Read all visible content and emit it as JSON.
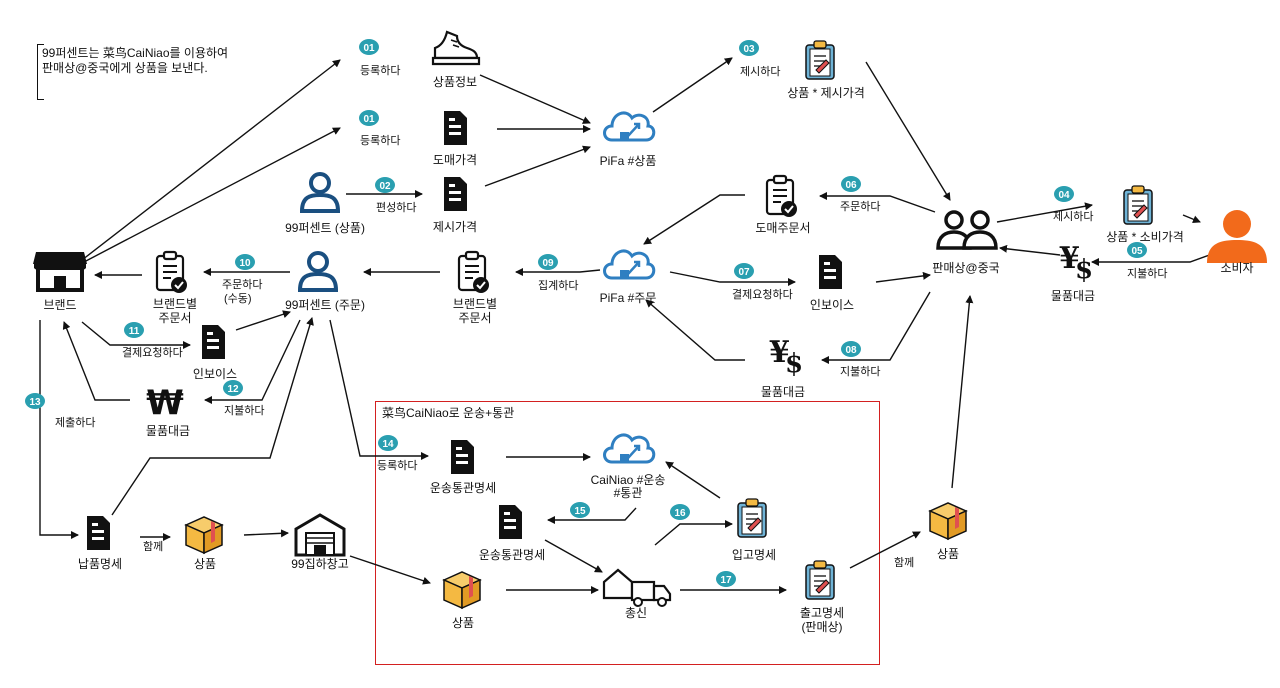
{
  "note": {
    "line1": "99퍼센트는 菜鸟CaiNiao를 이용하여",
    "line2": "판매상@중국에게 상품을 보낸다."
  },
  "region_caption": "菜鸟CaiNiao로 운송+통관",
  "colors": {
    "badge": "#2a9fb0",
    "cloud": "#2f7fc1",
    "person_dark": "#1a4f80",
    "person_orange": "#f26a1b",
    "box": "#f4b942",
    "region_border": "#d32020"
  },
  "nodes": {
    "shoe": {
      "label": "상품정보",
      "icon": "sneaker-icon"
    },
    "wholesale_doc": {
      "label": "도매가격",
      "icon": "document-icon"
    },
    "person_products": {
      "label": "99퍼센트 (상품)",
      "icon": "person-icon"
    },
    "offer_doc": {
      "label": "제시가격",
      "icon": "document-icon"
    },
    "pifa_product": {
      "label": "PiFa #상품",
      "icon": "cloud-icon"
    },
    "clip_offer": {
      "label": "상품 * 제시가격",
      "icon": "clipboard-icon"
    },
    "clip_retail": {
      "label": "상품 * 소비가격",
      "icon": "clipboard-icon"
    },
    "consumer": {
      "label": "소비자",
      "icon": "person-icon"
    },
    "seller": {
      "label": "판매상@중국",
      "icon": "group-icon"
    },
    "yen_05": {
      "label": "물품대금",
      "icon": "yuan-dollar-icon"
    },
    "wholesale_order": {
      "label": "도매주문서",
      "icon": "clipboard-check-icon"
    },
    "pifa_order": {
      "label": "PiFa #주문",
      "icon": "cloud-icon"
    },
    "invoice_r": {
      "label": "인보이스",
      "icon": "document-icon"
    },
    "yen_08": {
      "label": "물품대금",
      "icon": "yuan-dollar-icon"
    },
    "brand_order_r": {
      "label1": "브랜드별",
      "label2": "주문서",
      "icon": "clipboard-check-icon"
    },
    "person_order": {
      "label": "99퍼센트 (주문)",
      "icon": "person-icon"
    },
    "brand_order_l": {
      "label1": "브랜드별",
      "label2": "주문서",
      "icon": "clipboard-check-icon"
    },
    "brand": {
      "label": "브랜드",
      "icon": "store-icon"
    },
    "invoice_l": {
      "label": "인보이스",
      "icon": "document-icon"
    },
    "won": {
      "label": "물품대금",
      "icon": "won-icon"
    },
    "delivery_doc": {
      "label": "납품명세",
      "icon": "document-icon"
    },
    "box_brand": {
      "label": "상품",
      "icon": "box-icon"
    },
    "warehouse": {
      "label": "99집하창고",
      "icon": "warehouse-icon"
    },
    "customs_doc_1": {
      "label": "운송통관명세",
      "icon": "document-icon"
    },
    "cainiao": {
      "label1": "CaiNiao #운송",
      "label2": "#통관",
      "icon": "cloud-icon"
    },
    "customs_doc_2": {
      "label": "운송통관명세",
      "icon": "document-icon"
    },
    "inbound_doc": {
      "label": "입고명세",
      "icon": "clipboard-icon"
    },
    "box_region": {
      "label": "상품",
      "icon": "box-icon"
    },
    "truck": {
      "label": "총신",
      "icon": "truck-icon"
    },
    "outbound_doc": {
      "label1": "출고명세",
      "label2": "(판매상)",
      "icon": "clipboard-icon"
    },
    "box_seller": {
      "label": "상품",
      "icon": "box-icon"
    }
  },
  "edges": {
    "e01a": {
      "num": "01",
      "label": "등록하다"
    },
    "e01b": {
      "num": "01",
      "label": "등록하다"
    },
    "e02": {
      "num": "02",
      "label": "편성하다"
    },
    "e03": {
      "num": "03",
      "label": "제시하다"
    },
    "e04": {
      "num": "04",
      "label": "제시하다"
    },
    "e05": {
      "num": "05",
      "label": "지불하다"
    },
    "e06": {
      "num": "06",
      "label": "주문하다"
    },
    "e07": {
      "num": "07",
      "label": "결제요청하다"
    },
    "e08": {
      "num": "08",
      "label": "지불하다"
    },
    "e09": {
      "num": "09",
      "label": "집계하다"
    },
    "e10": {
      "num": "10",
      "label1": "주문하다",
      "label2": "(수동)"
    },
    "e11": {
      "num": "11",
      "label": "결제요청하다"
    },
    "e12": {
      "num": "12",
      "label": "지불하다"
    },
    "e13": {
      "num": "13",
      "label": "제출하다"
    },
    "e14": {
      "num": "14",
      "label": "등록하다"
    },
    "e15": {
      "num": "15",
      "label": ""
    },
    "e16": {
      "num": "16",
      "label": ""
    },
    "e17": {
      "num": "17",
      "label": ""
    },
    "together1": {
      "label": "함께"
    },
    "together2": {
      "label": "함께"
    }
  }
}
